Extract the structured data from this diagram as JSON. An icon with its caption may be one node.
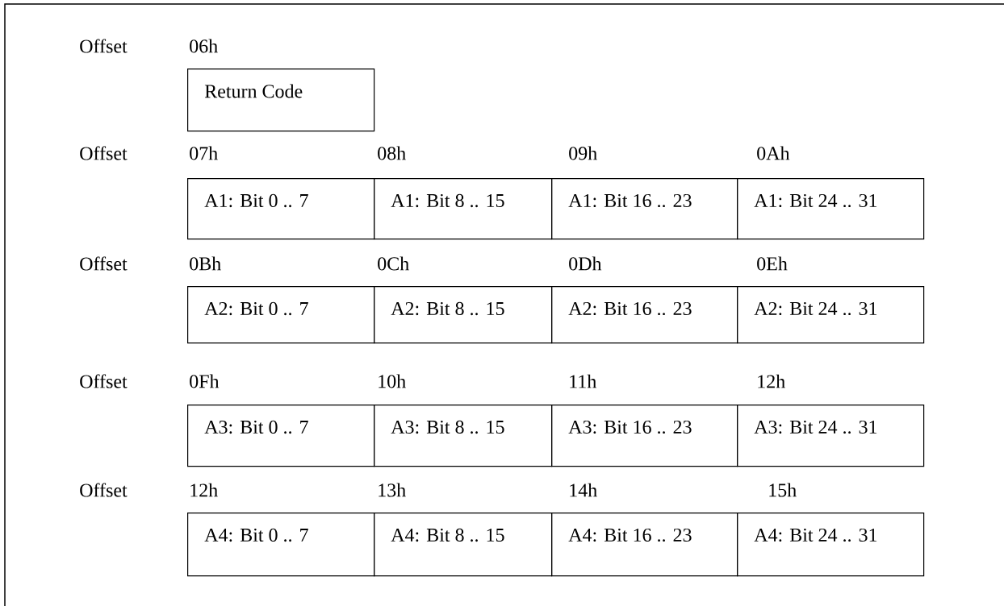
{
  "diagram": {
    "nodes": [
      {
        "text": [
          "Return Code"
        ]
      },
      {
        "text": [
          "A1: Bit 0 .. 7"
        ]
      },
      {
        "text": [
          "A1: Bit 8 .. 15"
        ]
      },
      {
        "text": [
          "A1: Bit 16 .. 23"
        ]
      },
      {
        "text": [
          "A1: Bit 24 .. 31"
        ]
      },
      {
        "text": [
          "A2: Bit 0 .. 7"
        ]
      },
      {
        "text": [
          "A2: Bit 8 .. 15"
        ]
      },
      {
        "text": [
          "A2: Bit 16 .. 23"
        ]
      },
      {
        "text": [
          "A2: Bit 24 .. 31"
        ]
      },
      {
        "text": [
          "A3: Bit 0 .. 7"
        ]
      },
      {
        "text": [
          "A3: Bit 8 .. 15"
        ]
      },
      {
        "text": [
          "A3: Bit 16 .. 23"
        ]
      },
      {
        "text": [
          "A3: Bit 24 .. 31"
        ]
      },
      {
        "text": [
          "A4: Bit 0 .. 7"
        ]
      },
      {
        "text": [
          "A4: Bit 8 .. 15"
        ]
      },
      {
        "text": [
          "A4: Bit 16 .. 23"
        ]
      },
      {
        "text": [
          "A4: Bit 24 .. 31"
        ]
      }
    ],
    "labels": [
      "Offset",
      "06h",
      "Offset",
      "07h",
      "08h",
      "09h",
      "0Ah",
      "Offset",
      "0Bh",
      "0Ch",
      "0Dh",
      "0Eh",
      "Offset",
      "0Fh",
      "10h",
      "11h",
      "12h",
      "Offset",
      "12h",
      "13h",
      "14h",
      "15h"
    ]
  }
}
